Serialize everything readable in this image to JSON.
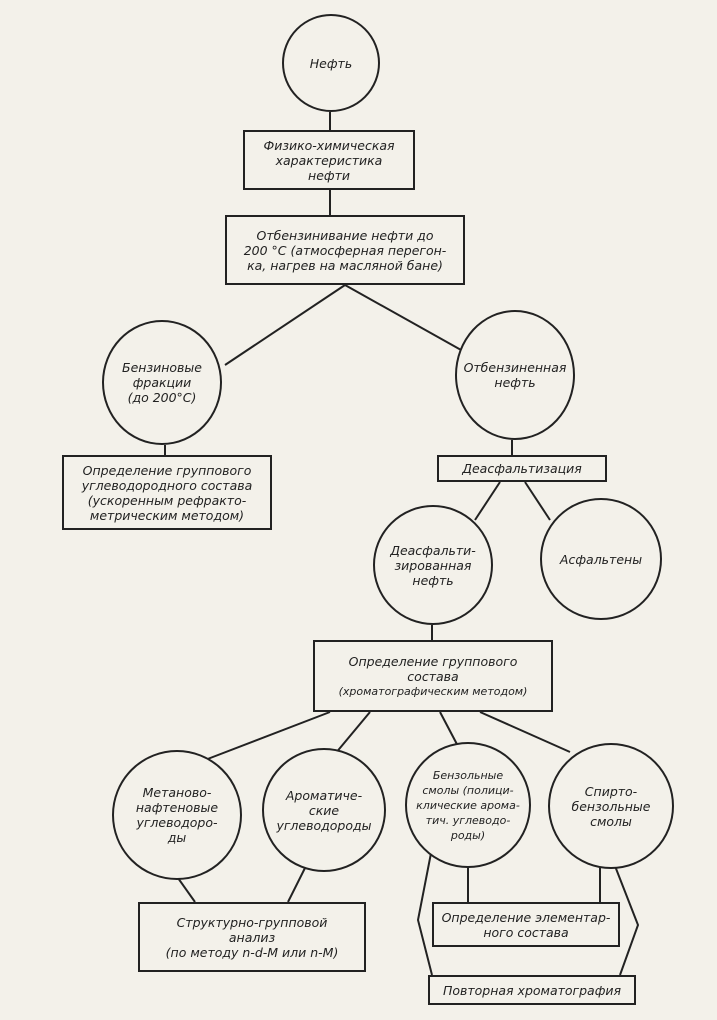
{
  "nodes": {
    "oil": "Нефть",
    "physchem": "Физико-химическая\nхарактеристика\nнефти",
    "debenz": "Отбензинивание нефти до\n200 °С (атмосферная перегон-\nка, нагрев на масляной бане)",
    "benzfrac": "Бензиновые\nфракции\n(до 200°С)",
    "debenzoil": "Отбензиненная\nнефть",
    "grouphc": "Определение группового\nуглеводородного состава\n(ускоренным рефракто-\nметрическим методом)",
    "deasph": "Деасфальтизация",
    "deasphoil": "Деасфальти-\nзированная\nнефть",
    "asph": "Асфальтены",
    "groupcomp": "Определение группового\nсостава",
    "groupcomp_method": "(хроматографическим методом)",
    "methane": "Метаново-\nнафтеновые\nуглеводоро-\nды",
    "arom": "Ароматиче-\nские\nуглеводороды",
    "benzres": "Бензольные\nсмолы (полици-\nклические арома-\nтич. углеводо-\nроды)",
    "alcres": "Спирто-\nбензольные\nсмолы",
    "struct": "Структурно-групповой\nанализ\n(по методу n-d-M или n-M)",
    "elem": "Определение элементар-\nного состава",
    "rechrom": "Повторная хроматография"
  }
}
